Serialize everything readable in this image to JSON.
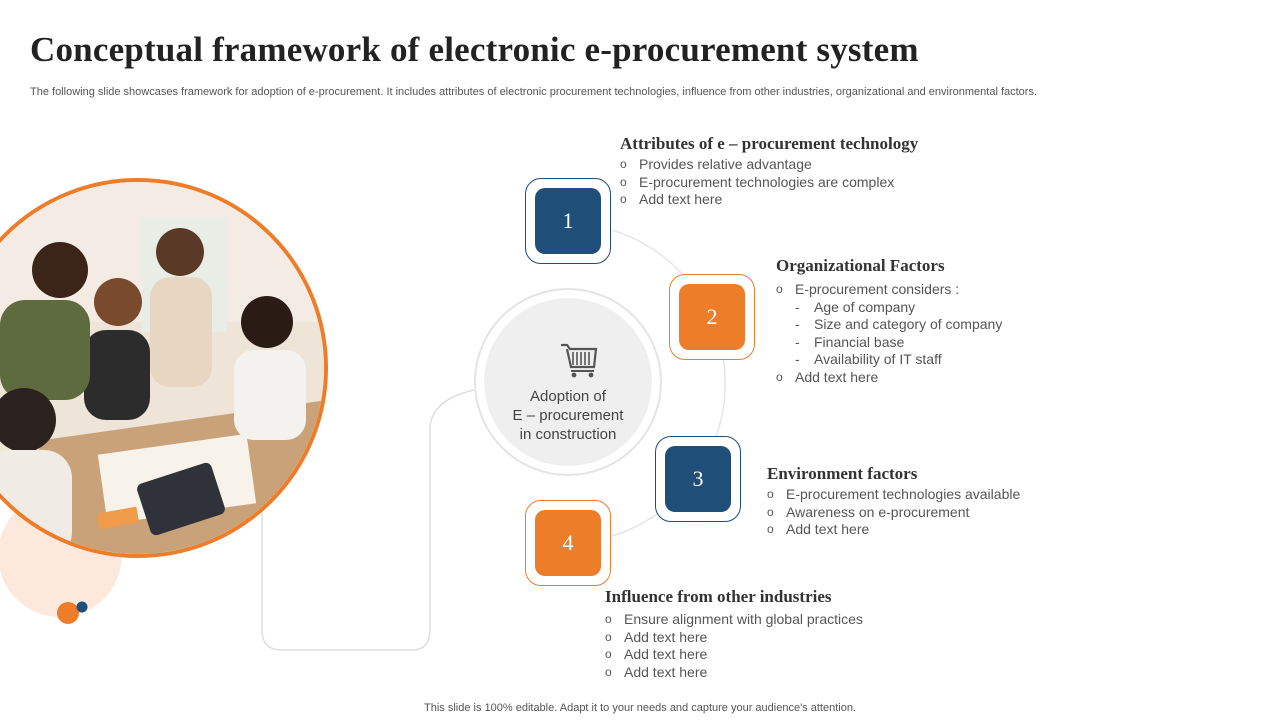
{
  "title": "Conceptual framework of electronic e-procurement system",
  "subtitle": "The following slide showcases framework for adoption of e-procurement. It includes attributes of electronic procurement technologies, influence from other industries, organizational and environmental factors.",
  "footer": "This slide is 100% editable. Adapt it to your needs and capture your audience's attention.",
  "colors": {
    "orange": "#ee7d2a",
    "navy": "#1f4e79",
    "hub": "#efefef"
  },
  "center": {
    "icon": "shopping-cart-icon",
    "lines": [
      "Adoption of",
      "E – procurement",
      "in construction"
    ]
  },
  "steps": [
    {
      "number": "1",
      "color": "navy",
      "heading": "Attributes of e – procurement technology",
      "items": [
        {
          "bullet": "o",
          "text": "Provides relative advantage"
        },
        {
          "bullet": "o",
          "text": "E-procurement technologies are complex"
        },
        {
          "bullet": "o",
          "text": "Add text here"
        }
      ]
    },
    {
      "number": "2",
      "color": "orange",
      "heading": "Organizational Factors",
      "items": [
        {
          "bullet": "o",
          "text": "E-procurement considers :"
        },
        {
          "bullet": "-",
          "text": "Age of company"
        },
        {
          "bullet": "-",
          "text": "Size and category of company"
        },
        {
          "bullet": "-",
          "text": "Financial base"
        },
        {
          "bullet": "-",
          "text": "Availability  of IT staff"
        },
        {
          "bullet": "o",
          "text": "Add text here"
        }
      ]
    },
    {
      "number": "3",
      "color": "navy",
      "heading": "Environment factors",
      "items": [
        {
          "bullet": "o",
          "text": "E-procurement technologies available"
        },
        {
          "bullet": "o",
          "text": "Awareness on e-procurement"
        },
        {
          "bullet": "o",
          "text": "Add text here"
        }
      ]
    },
    {
      "number": "4",
      "color": "orange",
      "heading": "Influence from other industries",
      "items": [
        {
          "bullet": "o",
          "text": "Ensure alignment with global practices"
        },
        {
          "bullet": "o",
          "text": "Add text here"
        },
        {
          "bullet": "o",
          "text": "Add text here"
        },
        {
          "bullet": "o",
          "text": "Add text here"
        }
      ]
    }
  ]
}
